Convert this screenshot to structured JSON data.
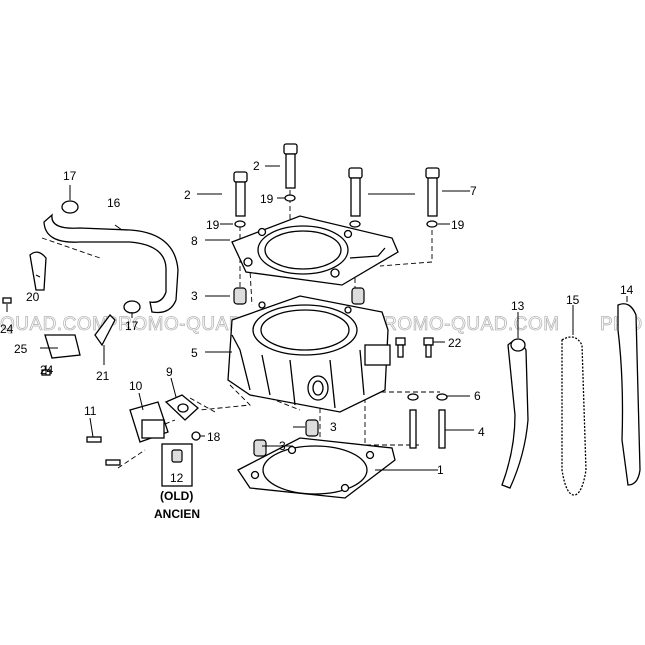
{
  "watermark": {
    "segments": [
      "QUAD.COM",
      "PROMO-QUAD.COM",
      "PROMO-QUAD.COM",
      "PRO"
    ]
  },
  "notes": {
    "old": "(OLD)",
    "ancien": "ANCIEN"
  },
  "callouts": [
    "1",
    "2",
    "2",
    "3",
    "3",
    "3",
    "4",
    "5",
    "6",
    "7",
    "8",
    "9",
    "10",
    "11",
    "12",
    "13",
    "14",
    "15",
    "16",
    "17",
    "17",
    "18",
    "19",
    "19",
    "19",
    "20",
    "21",
    "22",
    "24",
    "24",
    "25"
  ]
}
